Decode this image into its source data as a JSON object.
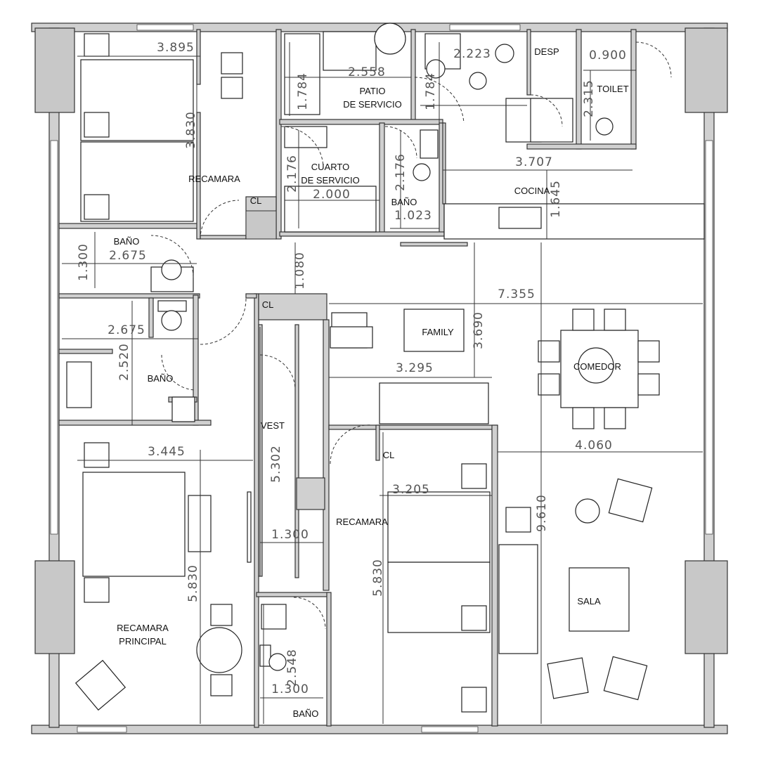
{
  "rooms": {
    "recamara_top": "RECAMARA",
    "cl_top": "CL",
    "patio_1": "PATIO",
    "patio_2": "DE SERVICIO",
    "desp": "DESP",
    "toilet": "TOILET",
    "cuarto_1": "CUARTO",
    "cuarto_2": "DE SERVICIO",
    "bano_servicio": "BAÑO",
    "cocina": "COCINA",
    "bano_left_top": "BAÑO",
    "cl_mid": "CL",
    "family": "FAMILY",
    "bano_left_mid": "BAÑO",
    "comedor": "COMEDOR",
    "vest": "VEST",
    "cl_recamara": "CL",
    "recamara_mid": "RECAMARA",
    "sala": "SALA",
    "principal_1": "RECAMARA",
    "principal_2": "PRINCIPAL",
    "bano_bottom": "BAÑO"
  },
  "dimensions": {
    "d3895": "3.895",
    "d3830": "3.830",
    "d1784a": "1.784",
    "d2558": "2.558",
    "d1784b": "1.784",
    "d2223": "2.223",
    "d0900": "0.900",
    "d2315": "2.315",
    "d2176a": "2.176",
    "d2000": "2.000",
    "d2176b": "2.176",
    "d1023": "1.023",
    "d3707": "3.707",
    "d1645": "1.645",
    "d2675a": "2.675",
    "d1300a": "1.300",
    "d1080": "1.080",
    "d7355": "7.355",
    "d2675b": "2.675",
    "d3690": "3.690",
    "d2520": "2.520",
    "d3295": "3.295",
    "d5302": "5.302",
    "d4060": "4.060",
    "d3445": "3.445",
    "d3205": "3.205",
    "d9610": "9.610",
    "d1300b": "1.300",
    "d5830a": "5.830",
    "d5830b": "5.830",
    "d2548": "2.548",
    "d1300c": "1.300"
  }
}
